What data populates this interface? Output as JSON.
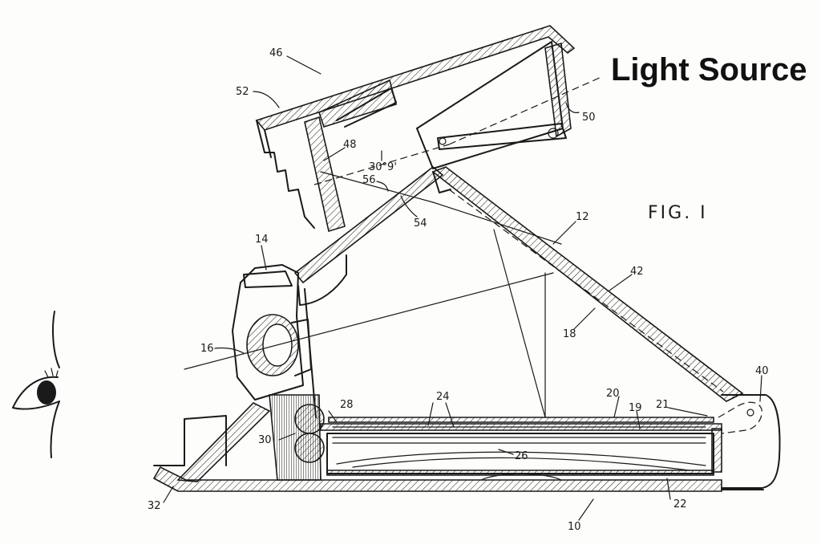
{
  "callout": {
    "text": "Light Source"
  },
  "figure_label": "FIG. I",
  "angle_label": "30°9'",
  "reference_numerals": {
    "n46": "46",
    "n52": "52",
    "n48": "48",
    "n50": "50",
    "n56": "56",
    "n54": "54",
    "n12": "12",
    "n14": "14",
    "n42": "42",
    "n18": "18",
    "n16": "16",
    "n40": "40",
    "n20": "20",
    "n21": "21",
    "n19": "19",
    "n24": "24",
    "n28": "28",
    "n30": "30",
    "n26": "26",
    "n22": "22",
    "n32": "32",
    "n10": "10"
  }
}
